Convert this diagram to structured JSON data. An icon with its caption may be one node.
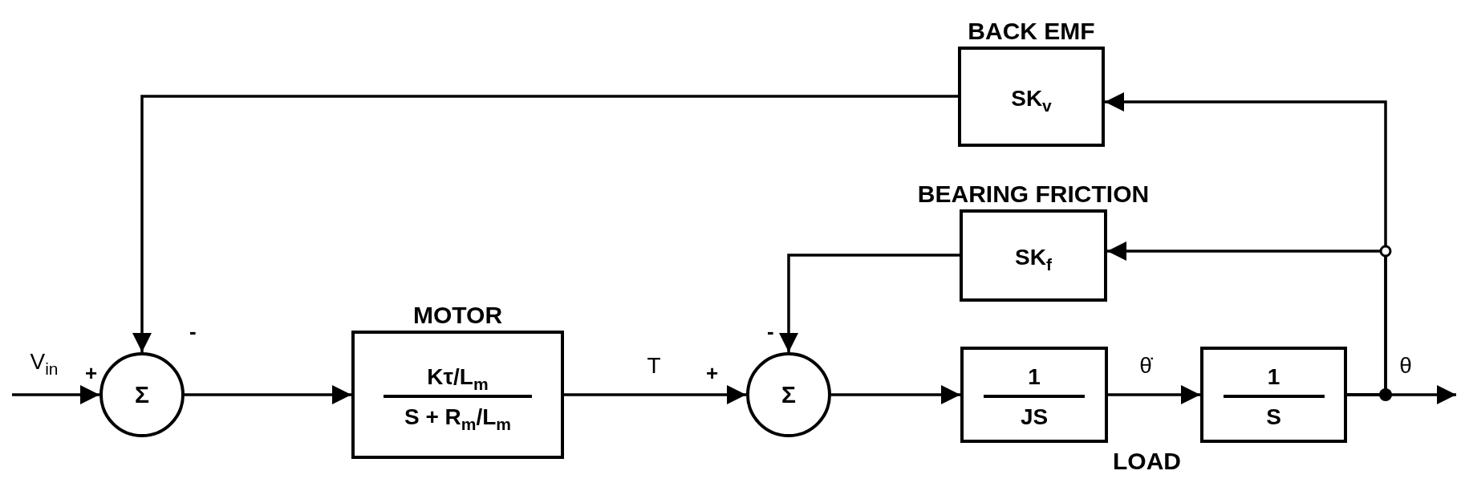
{
  "diagram": {
    "nodes": [
      {
        "text": [
          "Σ"
        ]
      },
      {
        "text": [
          "MOTOR",
          "Kτ/L$_{m}$",
          "S + R$_{m}$/L$_{m}$"
        ]
      },
      {
        "text": [
          "Σ"
        ]
      },
      {
        "text": [
          "1",
          "JS"
        ]
      },
      {
        "text": [
          "1",
          "S"
        ]
      },
      {
        "text": [
          "BACK EMF",
          "SK$_{v}$"
        ]
      },
      {
        "text": [
          "BEARING FRICTION",
          "SK$_{f}$"
        ]
      }
    ],
    "edges": [
      {
        "from": null,
        "to": 0,
        "arrow": "to",
        "label": "V$_{in}$"
      },
      {
        "from": 0,
        "to": 1,
        "arrow": "to"
      },
      {
        "from": 1,
        "to": 2,
        "arrow": "to",
        "label": "T"
      },
      {
        "from": 2,
        "to": 3,
        "arrow": "to"
      },
      {
        "from": 3,
        "to": 4,
        "arrow": "to",
        "label": "θ̇"
      },
      {
        "from": 4,
        "to": null,
        "arrow": "to",
        "label": "θ"
      },
      {
        "from": 4,
        "to": 5,
        "arrow": "to"
      },
      {
        "from": 4,
        "to": 6,
        "arrow": "to"
      },
      {
        "from": 5,
        "to": 0,
        "arrow": "to"
      },
      {
        "from": 6,
        "to": 2,
        "arrow": "to"
      }
    ],
    "labels": [
      "-",
      "-",
      "+",
      "+",
      "LOAD"
    ]
  }
}
